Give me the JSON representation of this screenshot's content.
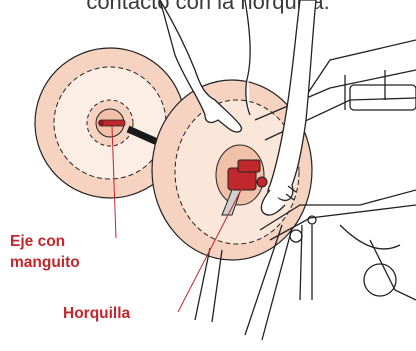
{
  "caption": {
    "text": "contacto con la horquilla."
  },
  "labels": {
    "axle_line1": "Eje con",
    "axle_line2": "manguito",
    "fork": "Horquilla"
  },
  "colors": {
    "accent": "#c0282d",
    "wheel_fill": "#f6d3c1",
    "line": "#1a1a1a"
  },
  "icons": {
    "direction_arrow": "arrow-right-down-icon"
  }
}
